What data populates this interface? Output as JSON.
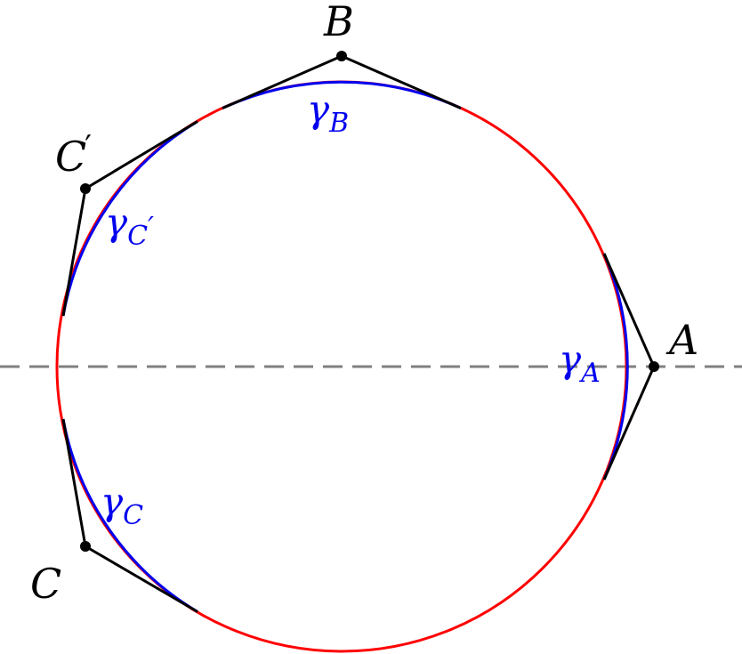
{
  "diagram": {
    "points": {
      "A": {
        "letter": "A"
      },
      "B": {
        "letter": "B"
      },
      "C": {
        "letter": "C"
      },
      "C_prime": {
        "letter": "C",
        "prime": "′"
      }
    },
    "arcs": {
      "gamma_A": {
        "symbol": "γ",
        "sub": "A"
      },
      "gamma_B": {
        "symbol": "γ",
        "sub": "B"
      },
      "gamma_C": {
        "symbol": "γ",
        "sub": "C"
      },
      "gamma_C_prime": {
        "symbol": "γ",
        "sub": "C",
        "sub_prime": "′"
      }
    }
  },
  "colors": {
    "circle": "#ff0000",
    "arcs": "#0000ee",
    "tangents": "#000000",
    "axis": "#808080",
    "labels_gamma": "#0000ee",
    "labels_points": "#000000"
  }
}
